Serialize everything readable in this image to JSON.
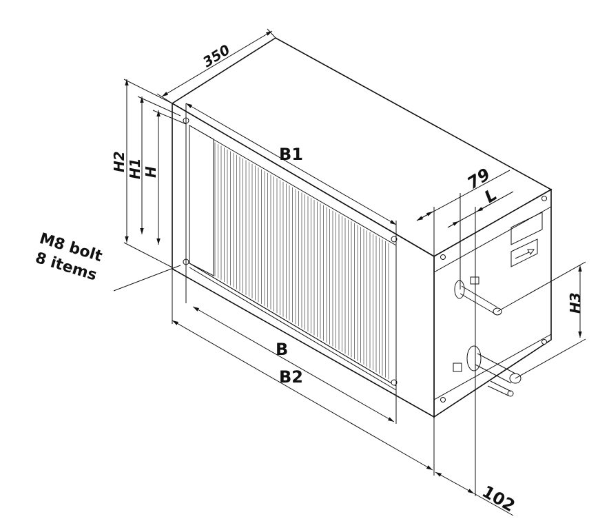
{
  "dimensions": {
    "depth": "350",
    "b1": "B1",
    "offset_79": "79",
    "l": "L",
    "h2": "H2",
    "h1": "H1",
    "h": "H",
    "bolt_line1": "M8 bolt",
    "bolt_line2": "8 items",
    "b": "B",
    "b2": "B2",
    "h3": "H3",
    "offset_102": "102"
  },
  "colors": {
    "line": "#111111",
    "face": "#ffffff",
    "fin": "#555555"
  }
}
